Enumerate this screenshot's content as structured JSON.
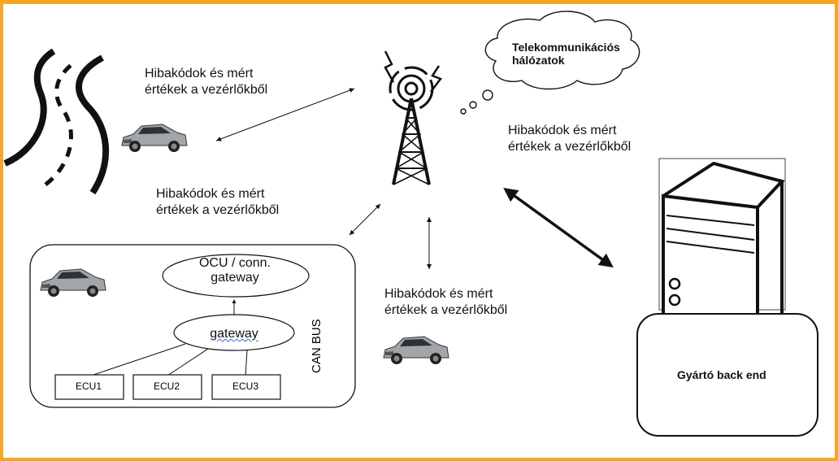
{
  "labels": {
    "top_left_label": "Hibakódok és mért\nértékek a vezérlőkből",
    "middle_left_label": "Hibakódok és mért\nértékek a vezérlőkből",
    "right_label": "Hibakódok és mért\nértékek a vezérlőkből",
    "bottom_label": "Hibakódok és mért\nértékek a vezérlőkből",
    "cloud": "Telekommunikációs\nhálózatok",
    "ocu": "OCU / conn.\ngateway",
    "gateway": "gateway",
    "ecu1": "ECU1",
    "ecu2": "ECU2",
    "ecu3": "ECU3",
    "can_bus": "CAN BUS",
    "backend": "Gyártó back end"
  },
  "colors": {
    "frame": "#f5a623",
    "ink": "#111111",
    "car_body": "#9a9ea3"
  },
  "icons": [
    "road-icon",
    "car-icon",
    "radio-tower-icon",
    "cloud-icon",
    "server-icon"
  ]
}
